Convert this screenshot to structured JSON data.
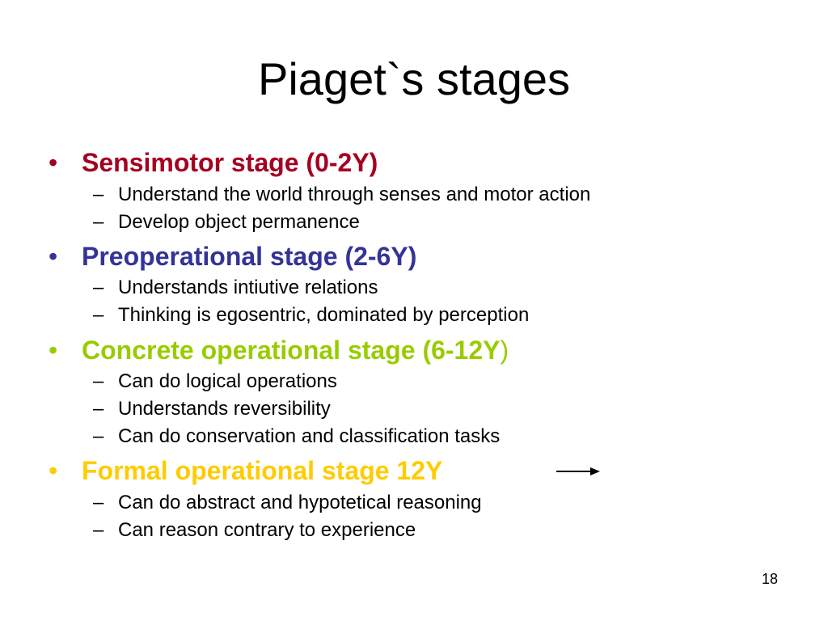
{
  "slide": {
    "title": "Piaget`s stages",
    "bullet_glyph": "•",
    "dash_glyph": "–",
    "stages": [
      {
        "heading": "Sensimotor stage (0-2Y)",
        "color": "#A50021",
        "points": [
          "Understand the world through senses and motor action",
          "Develop object permanence"
        ]
      },
      {
        "heading": "Preoperational stage (2-6Y)",
        "color": "#333399",
        "points": [
          "Understands intiutive relations",
          "Thinking is egosentric, dominated by perception"
        ]
      },
      {
        "heading": "Concrete operational stage (6-12Y",
        "heading_suffix": ")",
        "color": "#99CC00",
        "points": [
          "Can do logical operations",
          "Understands reversibility",
          "Can do conservation and classification tasks"
        ]
      },
      {
        "heading": "Formal operational stage 12Y",
        "color": "#FFCC00",
        "has_arrow": true,
        "arrow_icon": "right-arrow-icon",
        "points": [
          "Can do abstract and hypotetical reasoning",
          "Can reason contrary to experience"
        ]
      }
    ],
    "page_number": "18"
  }
}
